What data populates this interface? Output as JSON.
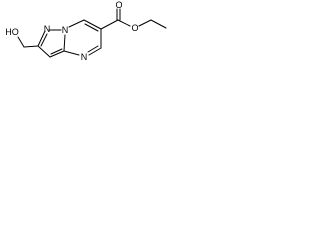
{
  "molecule": {
    "atoms": {
      "ho": "HO",
      "n_bridge": "N",
      "n_pyrazole": "N",
      "n_ring": "N",
      "o_carbonyl": "O",
      "o_ester": "O"
    }
  }
}
